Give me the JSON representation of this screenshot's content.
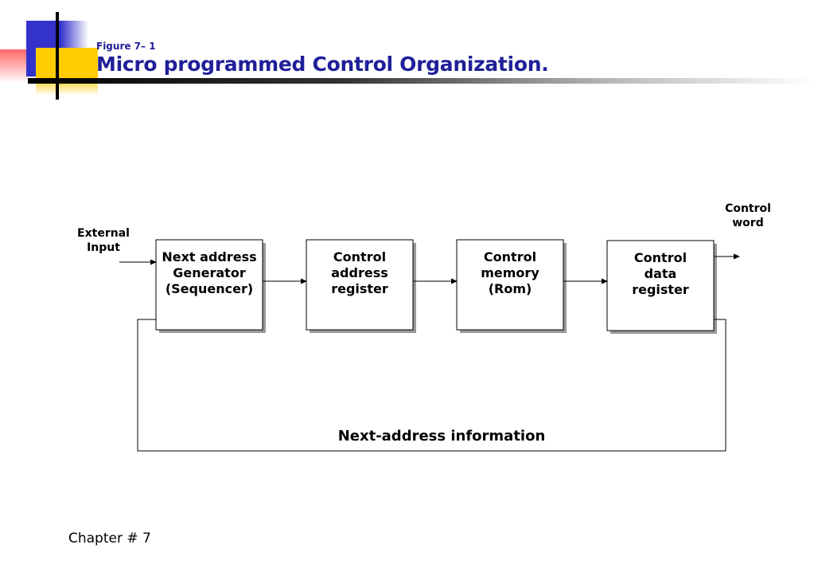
{
  "header": {
    "figure_label": "Figure 7– 1",
    "title": "Micro programmed Control Organization."
  },
  "diagram": {
    "external_input": "External\nInput",
    "control_word": "Control\nword",
    "blocks": [
      {
        "id": "sequencer",
        "label": "Next address\nGenerator\n(Sequencer)"
      },
      {
        "id": "car",
        "label": "Control\naddress\nregister"
      },
      {
        "id": "rom",
        "label": "Control\nmemory\n(Rom)"
      },
      {
        "id": "cdr",
        "label": "Control\ndata\nregister"
      }
    ],
    "feedback_label": "Next-address information"
  },
  "footer": {
    "chapter": "Chapter # 7"
  }
}
